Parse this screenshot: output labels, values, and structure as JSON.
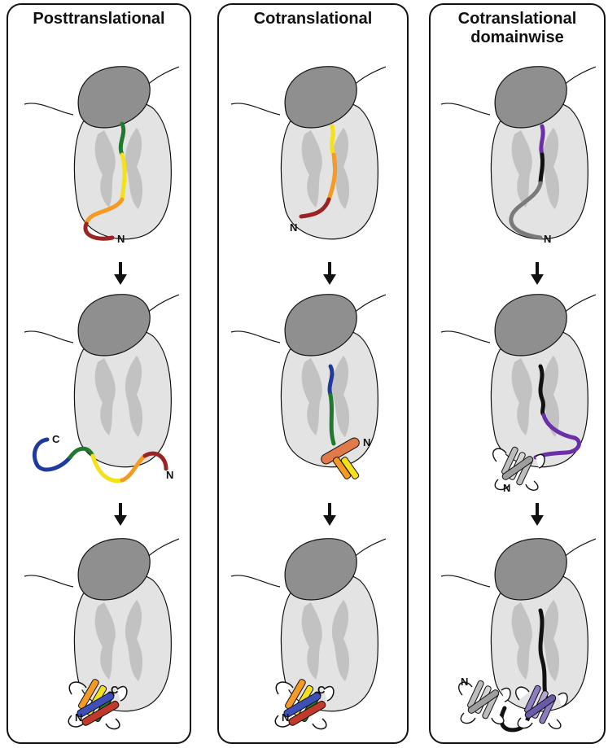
{
  "panels": [
    {
      "id": "posttranslational",
      "title": "Posttranslational"
    },
    {
      "id": "cotranslational",
      "title": "Cotranslational"
    },
    {
      "id": "cotranslational-domainwise",
      "title": "Cotranslational\ndomainwise"
    }
  ],
  "terminus_labels": {
    "n": "N",
    "c": "C"
  },
  "colors": {
    "large_subunit": "#8f8f8f",
    "small_subunit": "#e3e3e3",
    "small_subunit_grooves": "#c2c2c2",
    "chain_blue": "#1f3a9e",
    "chain_green": "#1f7a2f",
    "chain_yellow": "#f4e11a",
    "chain_orange": "#f59a23",
    "chain_red": "#9b2323",
    "chain_purple": "#6b2fa8",
    "chain_gray": "#7a7a7a",
    "chain_black": "#111111"
  }
}
